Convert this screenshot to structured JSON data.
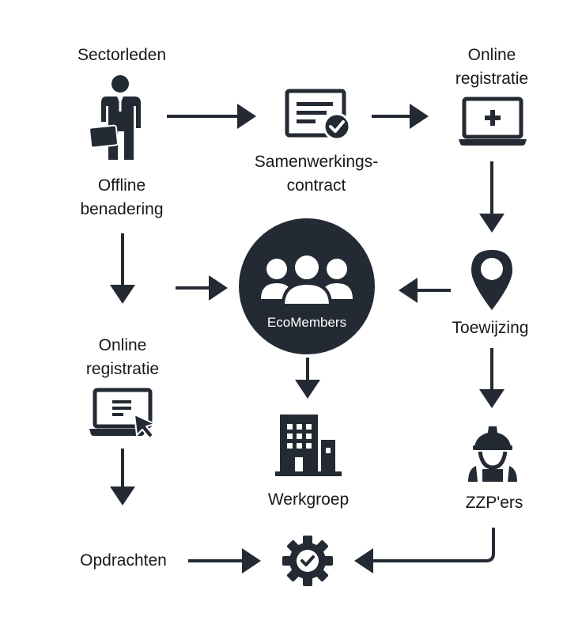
{
  "colors": {
    "ink": "#232a33",
    "text": "#15181c",
    "background": "#ffffff",
    "hub_text": "#ffffff"
  },
  "nodes": {
    "sectorleden": {
      "label": "Sectorleden",
      "icon": "businessman-icon"
    },
    "offline": {
      "label_line1": "Offline",
      "label_line2": "benadering"
    },
    "contract": {
      "label_line1": "Samenwerkings-",
      "label_line2": "contract",
      "icon": "contract-check-icon"
    },
    "online_top": {
      "label_line1": "Online",
      "label_line2": "registratie",
      "icon": "laptop-plus-icon"
    },
    "hub": {
      "label": "EcoMembers",
      "icon": "group-users-icon"
    },
    "toewijzing": {
      "label": "Toewijzing",
      "icon": "map-pin-icon"
    },
    "online_left": {
      "label_line1": "Online",
      "label_line2": "registratie",
      "icon": "laptop-cursor-icon"
    },
    "werkgroep": {
      "label": "Werkgroep",
      "icon": "building-icon"
    },
    "zzpers": {
      "label": "ZZP'ers",
      "icon": "worker-hardhat-icon"
    },
    "opdrachten": {
      "label": "Opdrachten"
    },
    "result": {
      "icon": "gear-check-icon"
    }
  },
  "edges": [
    {
      "from": "Sectorleden",
      "to": "Samenwerkingscontract"
    },
    {
      "from": "Samenwerkingscontract",
      "to": "Online registratie"
    },
    {
      "from": "Online registratie",
      "to": "Toewijzing"
    },
    {
      "from": "Toewijzing",
      "to": "EcoMembers"
    },
    {
      "from": "Offline benadering",
      "to": "EcoMembers"
    },
    {
      "from": "Offline benadering",
      "to": "Online registratie"
    },
    {
      "from": "EcoMembers",
      "to": "Werkgroep"
    },
    {
      "from": "Toewijzing",
      "to": "ZZP'ers"
    },
    {
      "from": "Online registratie",
      "to": "Opdrachten"
    },
    {
      "from": "Opdrachten",
      "to": "Result"
    },
    {
      "from": "ZZP'ers",
      "to": "Result"
    }
  ]
}
